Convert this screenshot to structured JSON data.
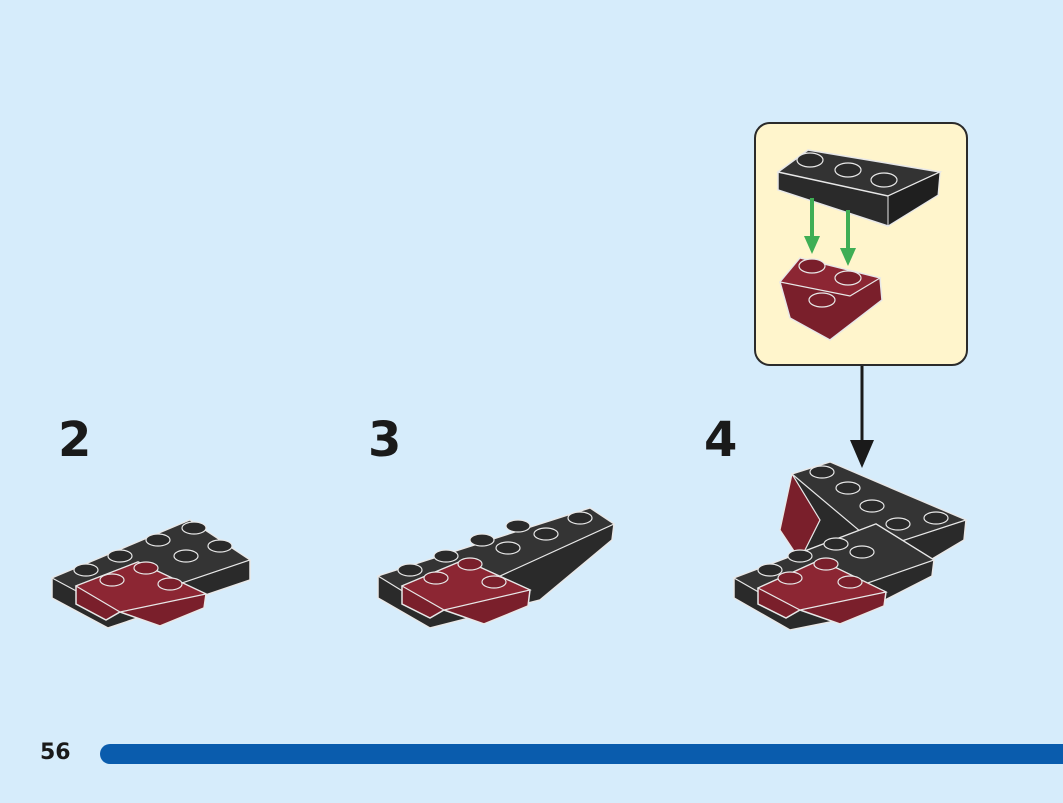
{
  "steps": [
    {
      "number": "2"
    },
    {
      "number": "3"
    },
    {
      "number": "4"
    }
  ],
  "footer": {
    "page_number": "56"
  },
  "colors": {
    "background": "#d6ecfb",
    "dark_red": "#7a1f2b",
    "black": "#2a2a2a",
    "callout_bg": "#fff5cc",
    "arrow_green": "#3fae55",
    "progress_blue": "#0a5cad"
  },
  "icons": [
    "arrow-down-icon",
    "green-arrow-icon"
  ]
}
